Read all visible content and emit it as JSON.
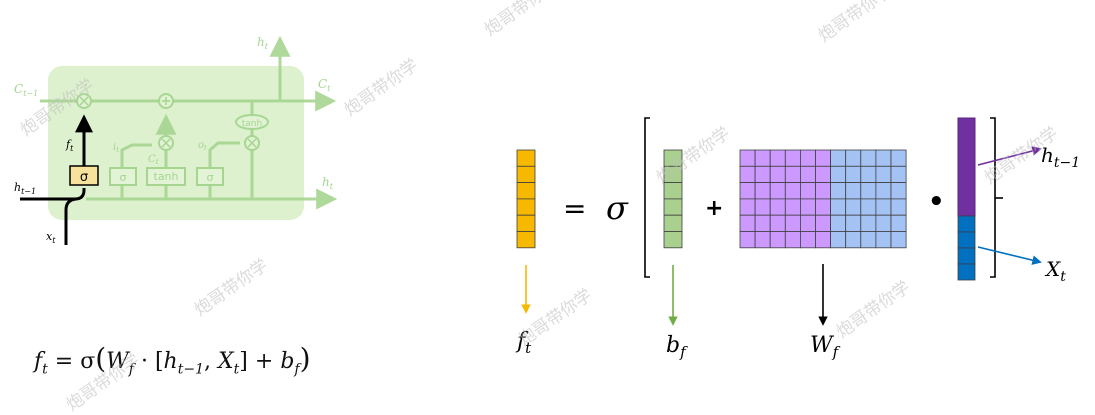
{
  "lstm_cell": {
    "labels": {
      "c_prev": "C",
      "c_prev_sub": "t−1",
      "c_next": "C",
      "c_next_sub": "t",
      "h_out_top": "h",
      "h_out_top_sub": "t",
      "h_out_right": "h",
      "h_out_right_sub": "t",
      "h_prev": "h",
      "h_prev_sub": "t−1",
      "x_in": "x",
      "x_in_sub": "t",
      "f_gate": "f",
      "f_gate_sub": "t",
      "i_gate": "i",
      "i_gate_sub": "t",
      "c_tilde": "C",
      "c_tilde_sub": "t",
      "o_gate": "o",
      "o_gate_sub": "t",
      "forget_sigma": "σ",
      "input_sigma": "σ",
      "tanh_box": "tanh",
      "output_sigma": "σ",
      "tanh_oval": "tanh"
    },
    "colors": {
      "cell": "#d5ecc2",
      "cell_line": "#9fd38c",
      "gate_box": "#f6e29a",
      "highlight": "#000000"
    }
  },
  "formula": {
    "lhs": "f",
    "lhs_sub": "t",
    "eq": " = σ",
    "w": "W",
    "w_sub": "f",
    "dot": " · [",
    "h": "h",
    "h_sub": "t−1",
    "comma": ", ",
    "x": "X",
    "x_sub": "t",
    "close": "] + ",
    "b": "b",
    "b_sub": "f",
    "end": ")"
  },
  "equation": {
    "equals": "=",
    "sigma": "σ",
    "plus": "+",
    "dot": "•",
    "f_vector": {
      "label": "f",
      "label_sub": "t",
      "color": "#f7b900"
    },
    "b_vector": {
      "label": "b",
      "label_sub": "f",
      "color": "#a9d08e"
    },
    "w_matrix": {
      "label": "W",
      "label_sub": "f",
      "color_left": "#cc99ff",
      "color_right": "#a4c2f4"
    },
    "concat_vector": {
      "top_color": "#7030a0",
      "bottom_color": "#0070c0",
      "top_label": "h",
      "top_label_sub": "t−1",
      "bottom_label": "X",
      "bottom_label_sub": "t",
      "top_arrow_color": "#7030a0",
      "bottom_arrow_color": "#0070c0"
    }
  },
  "watermark": "炮哥带你学"
}
